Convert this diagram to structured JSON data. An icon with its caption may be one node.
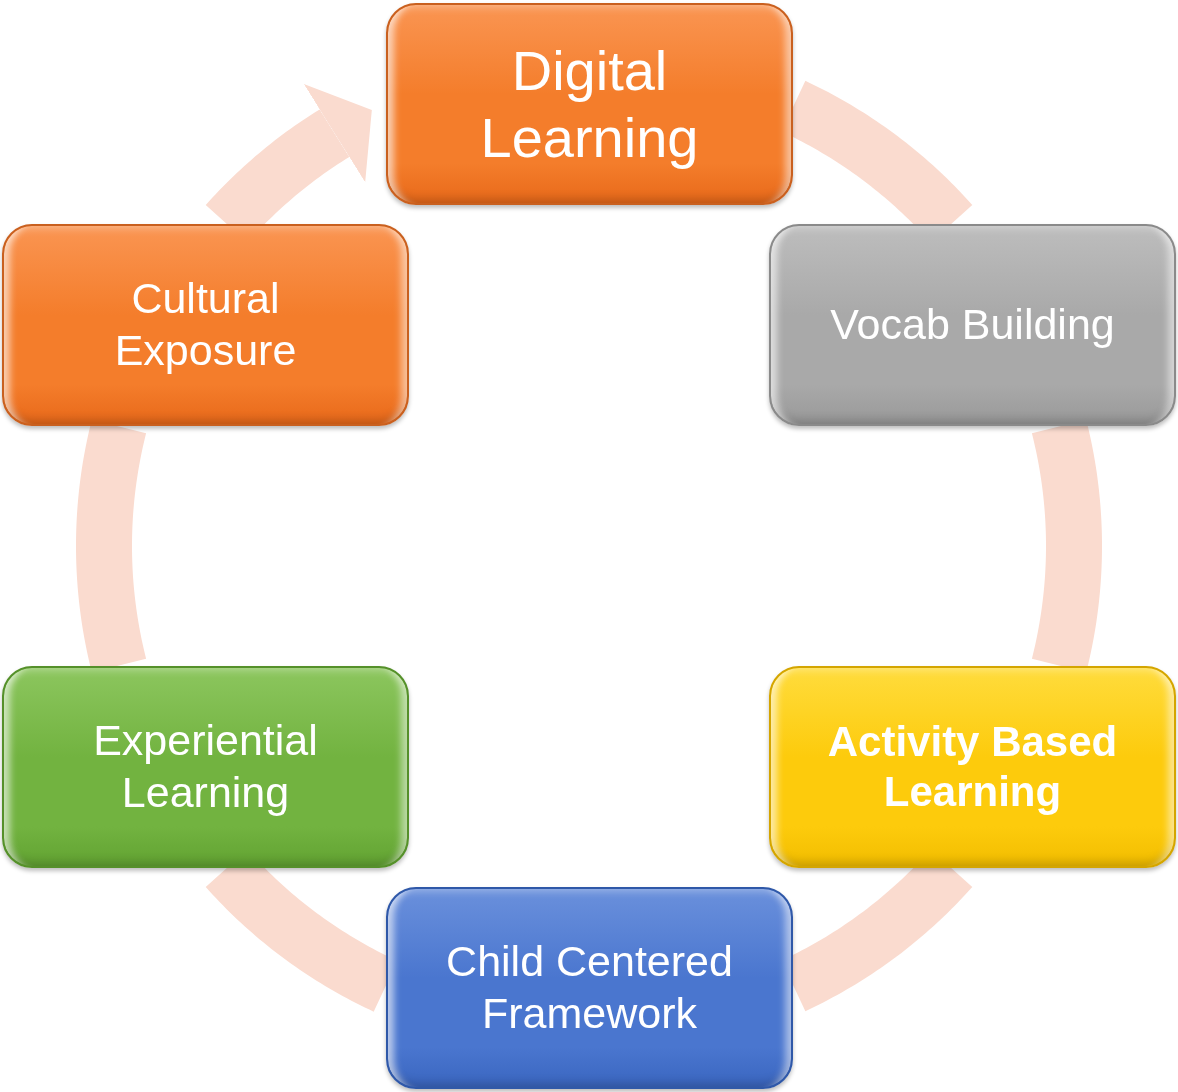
{
  "diagram": {
    "nodes": [
      {
        "text": [
          "Digital Learning"
        ]
      },
      {
        "text": [
          "Vocab Building"
        ]
      },
      {
        "text": [
          "Activity Based Learning"
        ]
      },
      {
        "text": [
          "Child Centered Framework"
        ]
      },
      {
        "text": [
          "Experiential Learning"
        ]
      },
      {
        "text": [
          "Cultural Exposure"
        ]
      }
    ],
    "edges": [
      {
        "from": 0,
        "to": 1,
        "arrow": "none"
      },
      {
        "from": 1,
        "to": 2,
        "arrow": "none"
      },
      {
        "from": 2,
        "to": 3,
        "arrow": "none"
      },
      {
        "from": 3,
        "to": 4,
        "arrow": "none"
      },
      {
        "from": 4,
        "to": 5,
        "arrow": "none"
      },
      {
        "from": 5,
        "to": 0,
        "arrow": "to"
      }
    ]
  }
}
